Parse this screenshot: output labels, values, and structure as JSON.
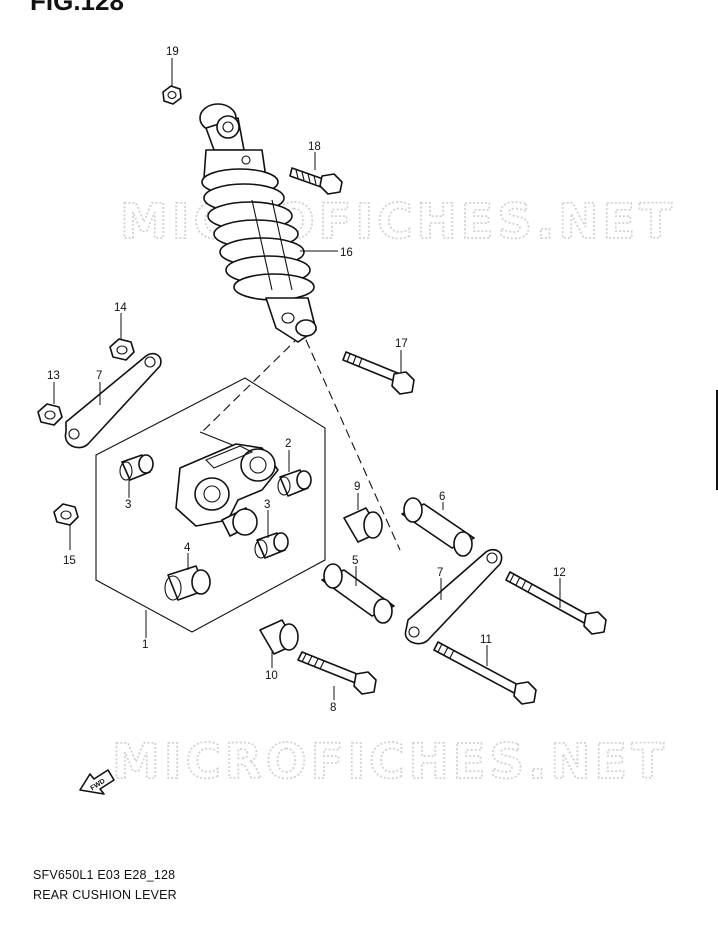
{
  "figure": {
    "title": "FIG.128",
    "code": "SFV650L1 E03 E28_128",
    "description": "REAR CUSHION LEVER"
  },
  "watermark": "MICROFICHES.NET",
  "fwd_label": "FWD",
  "callouts": [
    {
      "id": "19",
      "label": "19"
    },
    {
      "id": "18",
      "label": "18"
    },
    {
      "id": "16",
      "label": "16"
    },
    {
      "id": "17",
      "label": "17"
    },
    {
      "id": "14",
      "label": "14"
    },
    {
      "id": "13",
      "label": "13"
    },
    {
      "id": "7a",
      "label": "7"
    },
    {
      "id": "2",
      "label": "2"
    },
    {
      "id": "3a",
      "label": "3"
    },
    {
      "id": "9",
      "label": "9"
    },
    {
      "id": "6",
      "label": "6"
    },
    {
      "id": "3b",
      "label": "3"
    },
    {
      "id": "15",
      "label": "15"
    },
    {
      "id": "4",
      "label": "4"
    },
    {
      "id": "5",
      "label": "5"
    },
    {
      "id": "7b",
      "label": "7"
    },
    {
      "id": "12",
      "label": "12"
    },
    {
      "id": "1",
      "label": "1"
    },
    {
      "id": "11",
      "label": "11"
    },
    {
      "id": "10",
      "label": "10"
    },
    {
      "id": "8",
      "label": "8"
    }
  ]
}
